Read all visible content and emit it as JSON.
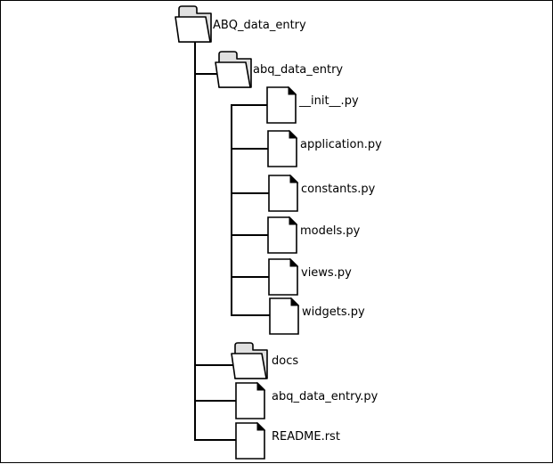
{
  "tree": {
    "root": {
      "name": "ABQ_data_entry",
      "icon": "folder-icon"
    },
    "package": {
      "name": "abq_data_entry",
      "icon": "folder-icon"
    },
    "package_files": [
      {
        "name": "__init__.py",
        "icon": "file-icon"
      },
      {
        "name": "application.py",
        "icon": "file-icon"
      },
      {
        "name": "constants.py",
        "icon": "file-icon"
      },
      {
        "name": "models.py",
        "icon": "file-icon"
      },
      {
        "name": "views.py",
        "icon": "file-icon"
      },
      {
        "name": "widgets.py",
        "icon": "file-icon"
      }
    ],
    "root_items": [
      {
        "name": "docs",
        "icon": "folder-icon"
      },
      {
        "name": "abq_data_entry.py",
        "icon": "file-icon"
      },
      {
        "name": "README.rst",
        "icon": "file-icon"
      }
    ]
  },
  "colors": {
    "line": "#000000",
    "folder_fill": "#ffffff",
    "folder_tab": "#e0e0e0",
    "file_fill": "#ffffff"
  }
}
